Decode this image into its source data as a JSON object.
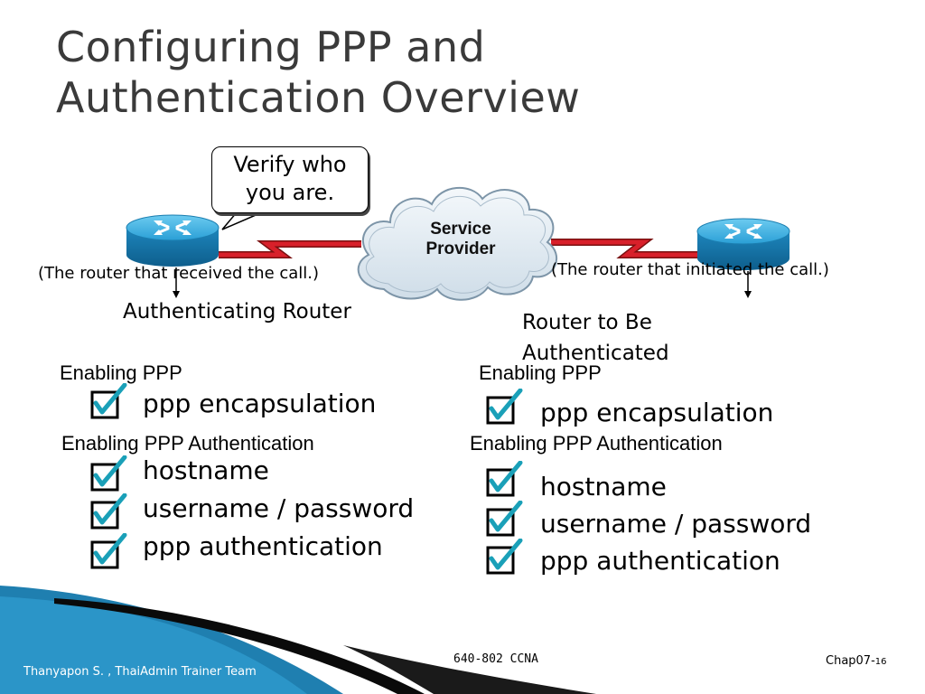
{
  "slide": {
    "title_line1": "Configuring PPP and",
    "title_line2": "Authentication Overview"
  },
  "diagram": {
    "callout_line1": "Verify who",
    "callout_line2": "you are.",
    "cloud_line1": "Service",
    "cloud_line2": "Provider",
    "left_caption": "(The router that received the call.)",
    "right_caption": "(The router that initiated the call.)",
    "left_role": "Authenticating Router",
    "right_role_line1": "Router to Be",
    "right_role_line2": "Authenticated"
  },
  "left": {
    "enabling_ppp": "Enabling PPP",
    "ppp_encapsulation": "ppp encapsulation",
    "enabling_auth": "Enabling PPP Authentication",
    "hostname": "hostname",
    "username_password": "username / password",
    "ppp_authentication": "ppp authentication"
  },
  "right": {
    "enabling_ppp": "Enabling PPP",
    "ppp_encapsulation": "ppp encapsulation",
    "enabling_auth": "Enabling PPP Authentication",
    "hostname": "hostname",
    "username_password": "username / password",
    "ppp_authentication": "ppp authentication"
  },
  "footer": {
    "author": "Thanyapon S. , ThaiAdmin Trainer Team",
    "course": "640-802 CCNA",
    "chapter": "Chap07-",
    "page": "16"
  },
  "colors": {
    "router_blue": "#2a9fd6",
    "serial_link_red": "#d8202a",
    "checkmark_teal": "#1aa0b8",
    "footer_band": "#1f7fb0"
  },
  "icons": [
    "router-icon",
    "cloud-icon",
    "checkbox-checked-icon",
    "serial-link-icon"
  ]
}
